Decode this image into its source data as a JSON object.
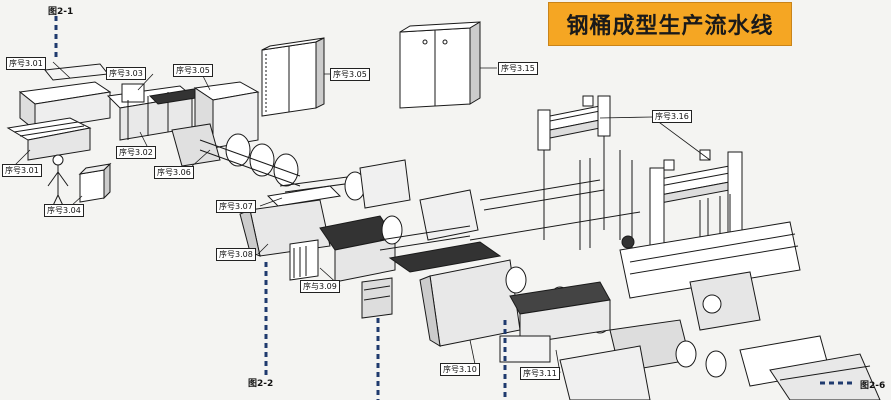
{
  "title": "钢桶成型生产流水线",
  "figures": {
    "fig_2_1": "图2-1",
    "fig_2_2": "图2-2",
    "fig_2_6": "图2-6"
  },
  "labels": {
    "l301a": "序号3.01",
    "l301b": "序号3.01",
    "l302": "序号3.02",
    "l303": "序号3.03",
    "l304": "序号3.04",
    "l305a": "序号3.05",
    "l305b": "序号3.05",
    "l306": "序号3.06",
    "l307": "序号3.07",
    "l308": "序号3.08",
    "l309": "序与3.09",
    "l310": "序号3.10",
    "l311": "序号3.11",
    "l315": "序号3.15",
    "l316": "序号3.16"
  },
  "colors": {
    "title_bg": "#f5a623",
    "line": "#1a1a1a",
    "dashed_guide": "#1f3a6e"
  }
}
